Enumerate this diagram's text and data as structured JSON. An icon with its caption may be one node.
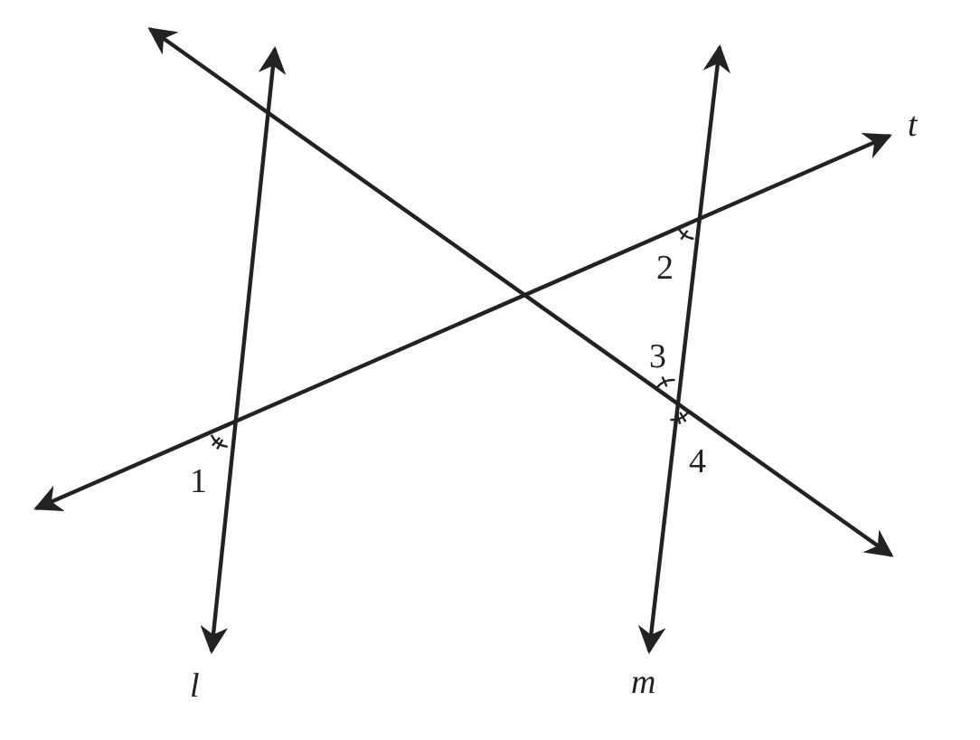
{
  "diagram": {
    "labels": [
      "t",
      "2",
      "3",
      "1",
      "4",
      "l",
      "m"
    ]
  }
}
